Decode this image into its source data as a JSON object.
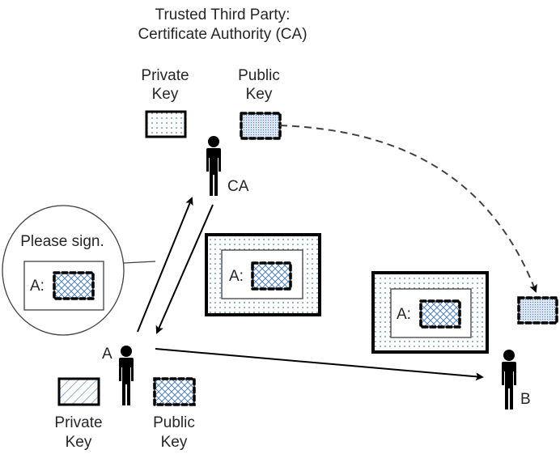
{
  "title": {
    "line1": "Trusted Third Party:",
    "line2": "Certificate Authority (CA)"
  },
  "ca": {
    "label": "CA",
    "private_key": {
      "line1": "Private",
      "line2": "Key",
      "icon": "private-key-icon"
    },
    "public_key": {
      "line1": "Public",
      "line2": "Key",
      "icon": "public-key-icon"
    }
  },
  "request_bubble": {
    "text": "Please sign.",
    "doc_label": "A:"
  },
  "certificates": [
    {
      "label": "A:",
      "owner": "CA-signed certificate (in transit)"
    },
    {
      "label": "A:",
      "owner": "CA-signed certificate (at B)"
    }
  ],
  "person_a": {
    "label": "A",
    "private_key": {
      "line1": "Private",
      "line2": "Key"
    },
    "public_key": {
      "line1": "Public",
      "line2": "Key"
    }
  },
  "person_b": {
    "label": "B"
  },
  "colors": {
    "ink": "#000000",
    "text": "#262626",
    "pattern_blue": "#4f81bd",
    "public_key_fill": "#dce6f2",
    "connector_gray": "#404040"
  }
}
